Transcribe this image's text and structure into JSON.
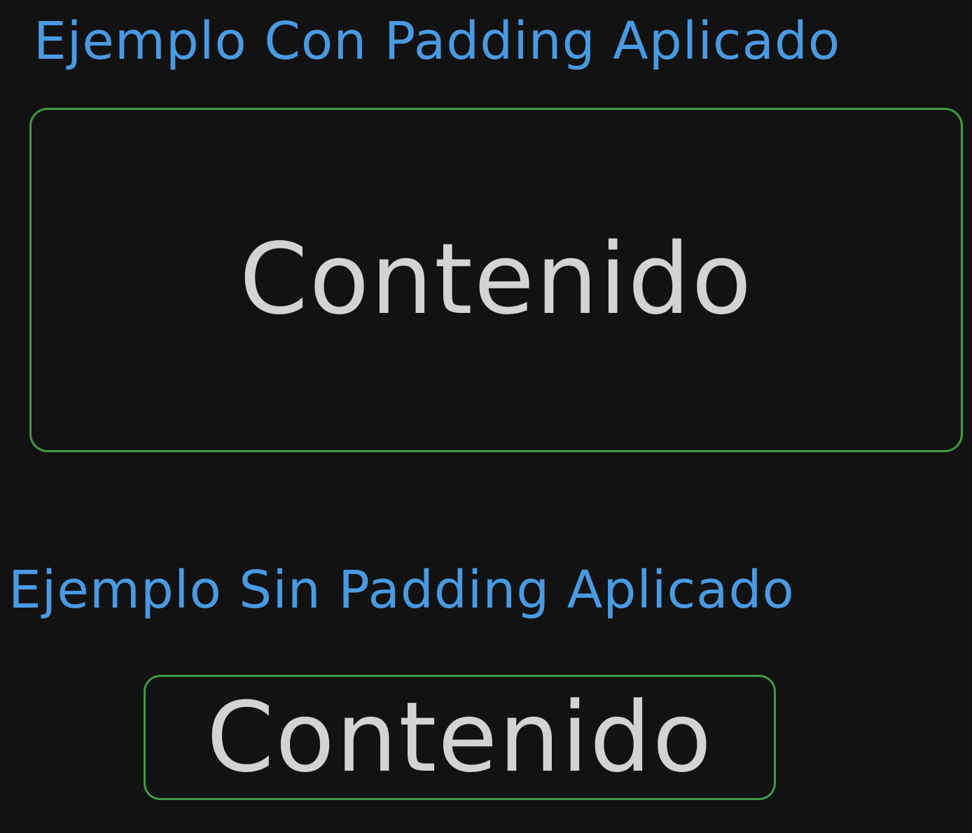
{
  "colors": {
    "background": "#121212",
    "heading": "#4a9ae2",
    "box_border": "#3e9a47",
    "content_text": "#d4d2d4"
  },
  "example_with_padding": {
    "heading": "Ejemplo Con Padding Aplicado",
    "content": "Contenido"
  },
  "example_without_padding": {
    "heading": "Ejemplo Sin Padding Aplicado",
    "content": "Contenido"
  }
}
